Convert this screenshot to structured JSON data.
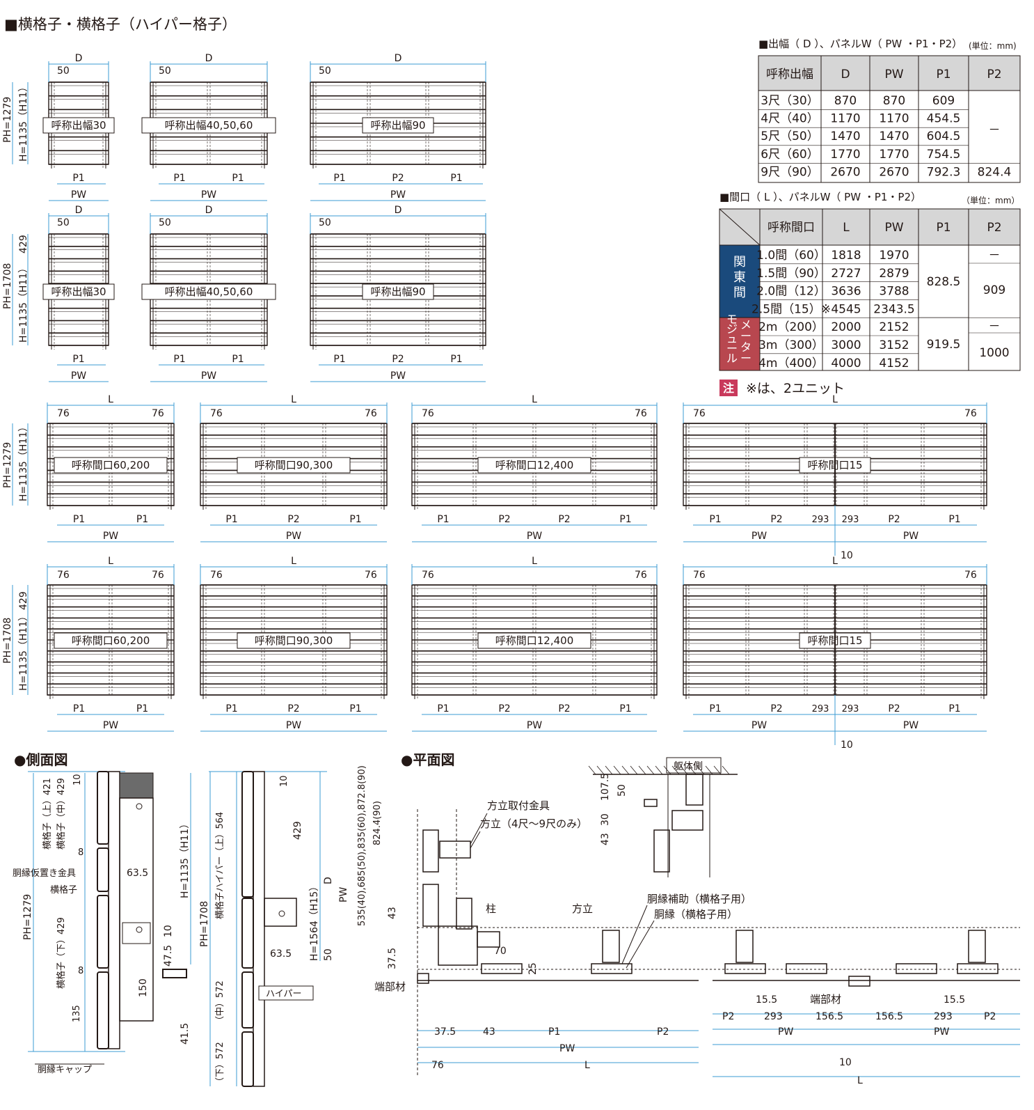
{
  "title": "■横格子・横格子（ハイパー格子）",
  "table1": {
    "title": "■出幅（ D ）、パネルW（ PW ・P1・P2）",
    "unit": "(単位：mm)",
    "headers": [
      "呼称出幅",
      "D",
      "PW",
      "P1",
      "P2"
    ],
    "rows": [
      [
        "3尺（30）",
        "870",
        "870",
        "609"
      ],
      [
        "4尺（40）",
        "1170",
        "1170",
        "454.5"
      ],
      [
        "5尺（50）",
        "1470",
        "1470",
        "604.5"
      ],
      [
        "6尺（60）",
        "1770",
        "1770",
        "754.5"
      ],
      [
        "9尺（90）",
        "2670",
        "2670",
        "792.3",
        "824.4"
      ]
    ],
    "p2_merged": "－"
  },
  "table2": {
    "title": "■間口（ L ）、パネルW（ PW ・P1・P2）",
    "unit": "（単位：mm）",
    "headers": [
      "呼称間口",
      "L",
      "PW",
      "P1",
      "P2"
    ],
    "group1": "関東間",
    "group2": "メーターモジュール",
    "rows": [
      [
        "1.0間（60）",
        "1818",
        "1970"
      ],
      [
        "1.5間（90）",
        "2727",
        "2879"
      ],
      [
        "2.0間（12）",
        "3636",
        "3788"
      ],
      [
        "2.5間（15）※",
        "4545",
        "2343.5"
      ],
      [
        "2m（200）",
        "2000",
        "2152"
      ],
      [
        "3m（300）",
        "3000",
        "3152"
      ],
      [
        "4m（400）",
        "4000",
        "4152"
      ]
    ],
    "p1_kanto": "828.5",
    "p1_meter": "919.5",
    "p2_dash": "－",
    "p2_kanto": "909",
    "p2_meter": "1000",
    "note_mark": "注",
    "note_text": "※は、2ユニット"
  },
  "panels_d": {
    "D": "D",
    "d50": "50",
    "PW": "PW",
    "P1": "P1",
    "P2": "P2",
    "ph1": "PH=1279",
    "ph2": "PH=1708",
    "h": "H=1135（H11）",
    "h429": "429",
    "label30": "呼称出幅30",
    "label40": "呼称出幅40,50,60",
    "label90": "呼称出幅90"
  },
  "panels_l": {
    "L": "L",
    "d76": "76",
    "d293": "293",
    "d10": "10",
    "label60": "呼称間口60,200",
    "label90": "呼称間口90,300",
    "label12": "呼称間口12,400",
    "label15": "呼称間口15"
  },
  "side": {
    "title": "●側面図",
    "upper": "横格子（上）421",
    "mid": "横格子（中）429",
    "lower": "横格子（下）429",
    "d10": "10",
    "d8": "8",
    "d135": "135",
    "d63_5": "63.5",
    "d150": "150",
    "d47_5": "47.5",
    "d41_5": "41.5",
    "ph1279": "PH=1279",
    "h1135": "H=1135（H11）",
    "kanagu": "胴縁仮置き金具",
    "koshi": "横格子",
    "cap": "胴縁キャップ",
    "ph1708": "PH=1708",
    "hyper_upper": "横格子ハイパー（上）564",
    "hyper_mid": "（中）572",
    "hyper_low": "（下）572",
    "d429": "429",
    "h1564": "H=1564（H15）",
    "hyper": "ハイパー"
  },
  "plan": {
    "title": "●平面図",
    "kutai": "躯体側",
    "hodate_kanagu": "方立取付金具",
    "hodate": "方立（4尺～9尺のみ）",
    "hashira": "柱",
    "hodate2": "方立",
    "doubuchi_hojo": "胴縁補助（横格子用）",
    "doubuchi": "胴縁（横格子用）",
    "tanbu": "端部材",
    "d107_5": "107.5",
    "d50": "50",
    "d30": "30",
    "d43": "43",
    "vert_dims": "535(40),685(50),835(60),872.8(90)",
    "vert_dims2": "824.4(90)",
    "D": "D",
    "PW": "PW",
    "d37_5": "37.5",
    "d70": "70",
    "d25": "25",
    "P1": "P1",
    "P2": "P2",
    "L": "L",
    "d76": "76",
    "d15_5": "15.5",
    "d293": "293",
    "d156_5": "156.5",
    "d10": "10"
  }
}
